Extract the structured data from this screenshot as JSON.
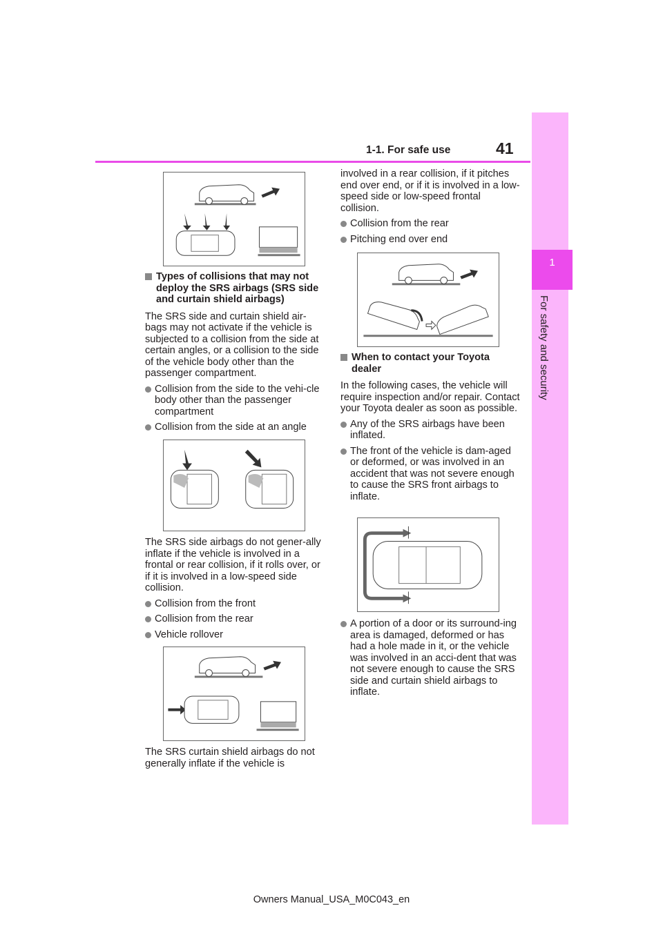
{
  "header": {
    "section": "1-1. For safe use",
    "page_number": "41"
  },
  "sidebar": {
    "chapter_number": "1",
    "chapter_title": "For safety and security"
  },
  "footer": {
    "text": "Owners Manual_USA_M0C043_en"
  },
  "left": {
    "heading": "Types of collisions that may not deploy the SRS airbags (SRS side and curtain shield airbags)",
    "para1": "The SRS side and curtain shield air-bags may not activate if the vehicle is subjected to a collision from the side at certain angles, or a collision to the side of the vehicle body other than the passenger compartment.",
    "bullet1": "Collision from the side to the vehi-cle body other than the passenger compartment",
    "bullet2": "Collision from the side at an angle",
    "para2": "The SRS side airbags do not gener-ally inflate if the vehicle is involved in a frontal or rear collision, if it rolls over, or if it is involved in a low-speed side collision.",
    "bullet3": "Collision from the front",
    "bullet4": "Collision from the rear",
    "bullet5": "Vehicle rollover",
    "para3": "The SRS curtain shield airbags do not generally inflate if the vehicle is"
  },
  "right": {
    "para_cont": "involved in a rear collision, if it pitches end over end, or if it is involved in a low-speed side or low-speed frontal collision.",
    "bullet1": "Collision from the rear",
    "bullet2": "Pitching end over end",
    "heading": "When to contact your Toyota dealer",
    "para1": "In the following cases, the vehicle will require inspection and/or repair. Contact your Toyota dealer as soon as possible.",
    "bullet3": "Any of the SRS airbags have been inflated.",
    "bullet4": "The front of the vehicle is dam-aged or deformed, or was involved in an accident that was not severe enough to cause the SRS front airbags to inflate.",
    "bullet5": "A portion of a door or its surround-ing area is damaged, deformed or has had a hole made in it, or the vehicle was involved in an acci-dent that was not severe enough to cause the SRS side and curtain shield airbags to inflate."
  }
}
